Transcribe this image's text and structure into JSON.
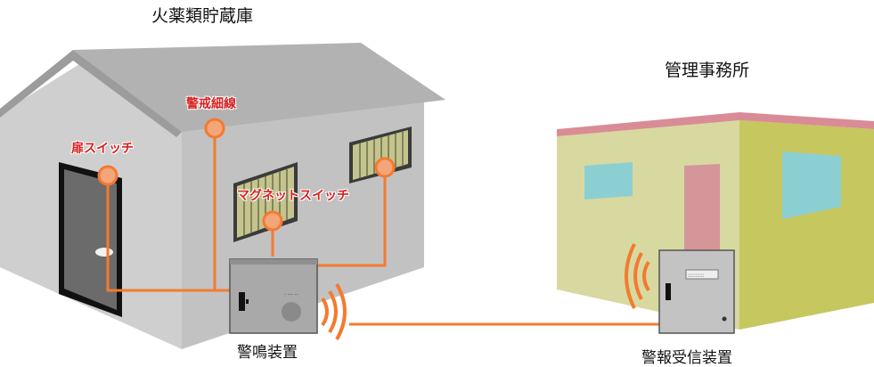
{
  "labels": {
    "storehouse": "火薬類貯蔵庫",
    "office": "管理事務所",
    "alarm_wire": "警戒細線",
    "door_switch": "扉スイッチ",
    "magnet_switch": "マグネットスイッチ",
    "alarm_unit": "警鳴装置",
    "receiver_unit": "警報受信装置"
  },
  "colors": {
    "accent_orange": "#f47a30",
    "label_red": "#d81f1f",
    "storehouse_wall": "#d2d2d2",
    "storehouse_roof": "#b4b4b4",
    "office_wall": "#d7d9a0",
    "office_side": "#c4c55e",
    "office_roof": "#d98c96",
    "office_window": "#8ccfd3",
    "office_door": "#d49698"
  }
}
